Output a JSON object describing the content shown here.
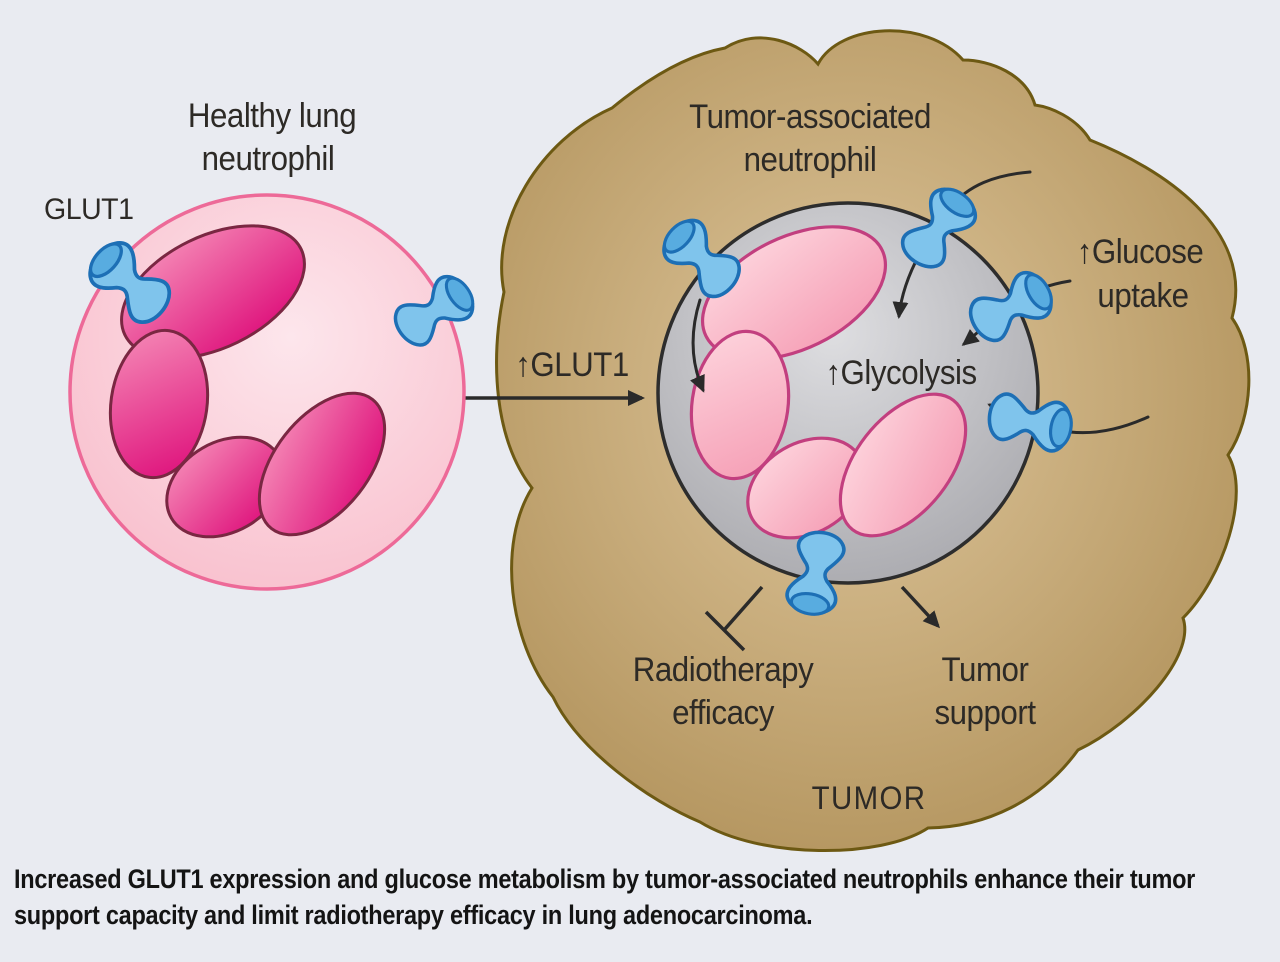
{
  "figure_type": "graphical-abstract-diagram",
  "labels": {
    "healthy_title": [
      "Healthy lung",
      "neutrophil"
    ],
    "glut1": "GLUT1",
    "glut1_up": "↑GLUT1",
    "tan_title": [
      "Tumor-associated",
      "neutrophil"
    ],
    "glucose_uptake": [
      "↑Glucose",
      "uptake"
    ],
    "glycolysis": "↑Glycolysis",
    "radiotherapy": [
      "Radiotherapy",
      "efficacy"
    ],
    "tumor_support": [
      "Tumor",
      "support"
    ],
    "tumor": "TUMOR"
  },
  "caption": "Increased GLUT1 expression and glucose metabolism by tumor-associated neutrophils enhance their tumor support capacity and limit radiotherapy efficacy in lung adenocarcinoma.",
  "icons": {
    "transporter": "glut1-transporter",
    "inhibition": "blunt-end-inhibition-bar",
    "promotion": "arrowhead"
  },
  "colors": {
    "background": "#e9ebf1",
    "caption_text": "#141414",
    "label_text": "#2d2a26",
    "tumor_fill_inner": "#d8bf93",
    "tumor_fill_outer": "#b2935c",
    "tumor_outline": "#6d5913",
    "healthy_cell_fill_inner": "#fde6ec",
    "healthy_cell_fill_outer": "#f8bdcb",
    "healthy_cell_outline": "#ed6a98",
    "healthy_nucleus_light": "#f589b6",
    "healthy_nucleus_dark": "#e01a80",
    "healthy_nucleus_outline": "#7a2742",
    "tan_cell_fill_inner": "#dedee1",
    "tan_cell_fill_outer": "#a4a4a9",
    "tan_cell_outline": "#2d2d2d",
    "tan_nucleus_light": "#fdd3dc",
    "tan_nucleus_dark": "#f6a2b8",
    "tan_nucleus_outline": "#c23f7f",
    "transporter_fill": "#7fc4ec",
    "transporter_mouth": "#58ace0",
    "transporter_outline": "#1d6fb5",
    "arrow_color": "#2a2a2a"
  }
}
